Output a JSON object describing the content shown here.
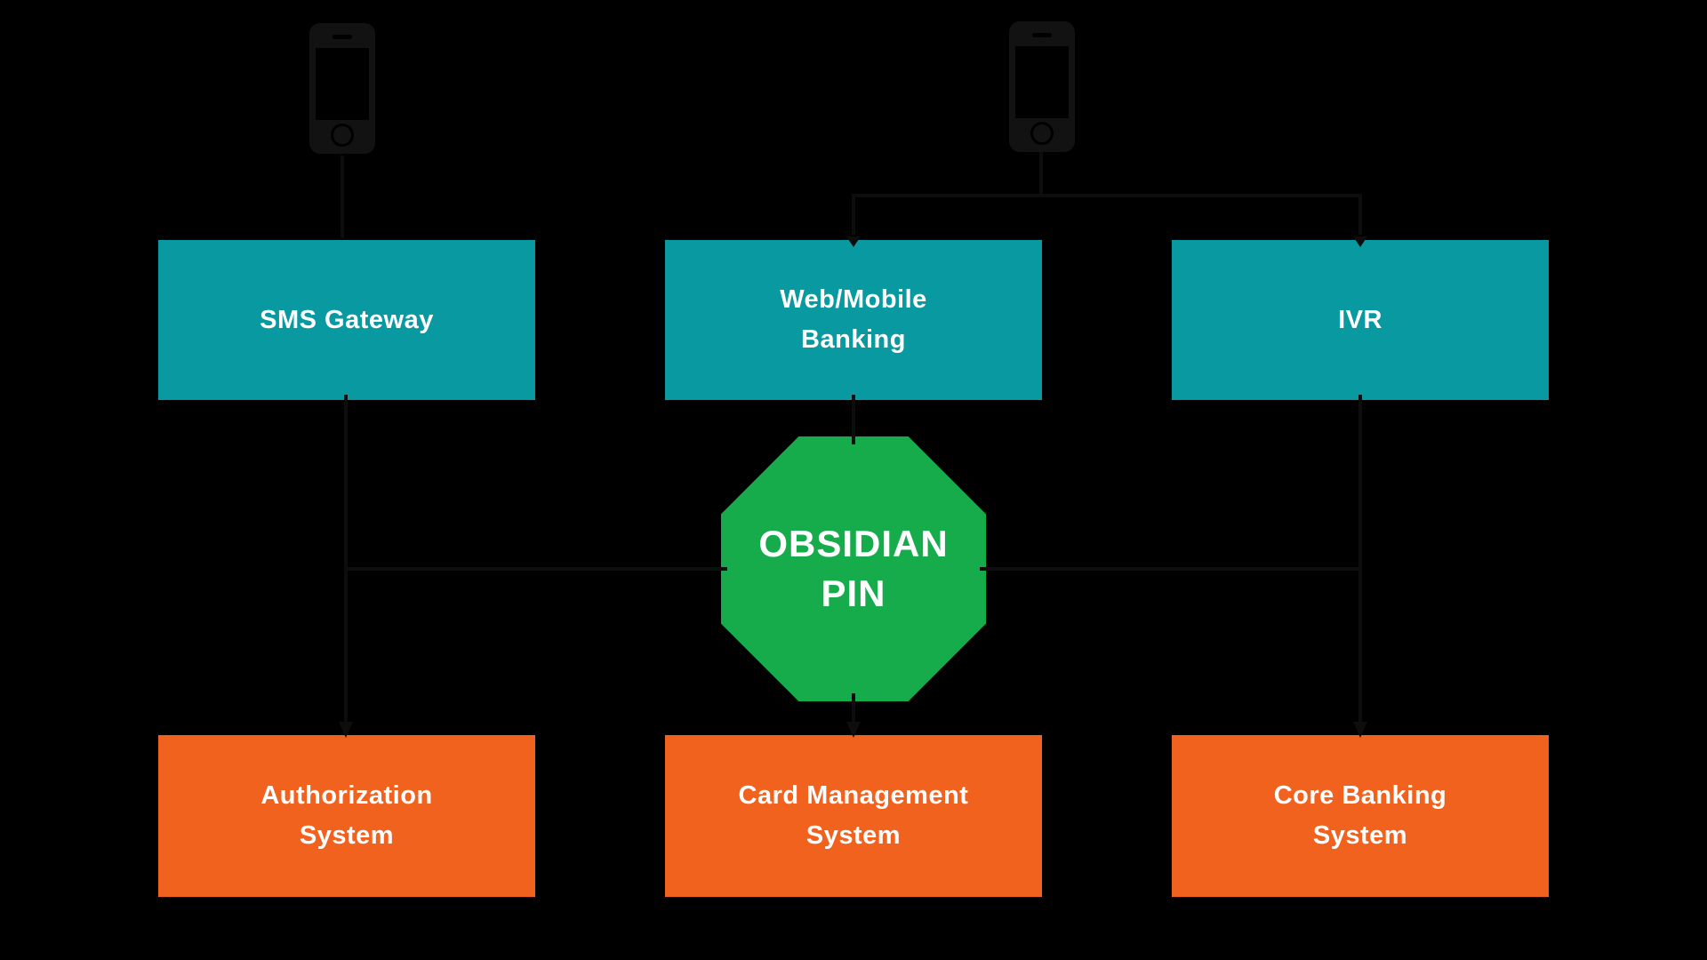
{
  "colors": {
    "bg": "#000000",
    "channel": "#0899A1",
    "hub": "#16AB4B",
    "system": "#F2621F",
    "label": "#FFFFFF",
    "phone": "#121212",
    "connector": "#0D0D0D"
  },
  "devices": {
    "left_phone": {
      "icon": "smartphone-icon"
    },
    "right_phone": {
      "icon": "smartphone-icon"
    }
  },
  "channels": [
    {
      "id": "sms-gateway",
      "lines": [
        "SMS Gateway"
      ]
    },
    {
      "id": "web-mobile-banking",
      "lines": [
        "Web/Mobile",
        "Banking"
      ]
    },
    {
      "id": "ivr",
      "lines": [
        "IVR"
      ]
    }
  ],
  "hub": {
    "id": "obsidian-pin",
    "lines": [
      "OBSIDIAN",
      "PIN"
    ]
  },
  "systems": [
    {
      "id": "authorization-system",
      "lines": [
        "Authorization",
        "System"
      ]
    },
    {
      "id": "card-management-system",
      "lines": [
        "Card Management",
        "System"
      ]
    },
    {
      "id": "core-banking-system",
      "lines": [
        "Core Banking",
        "System"
      ]
    }
  ]
}
